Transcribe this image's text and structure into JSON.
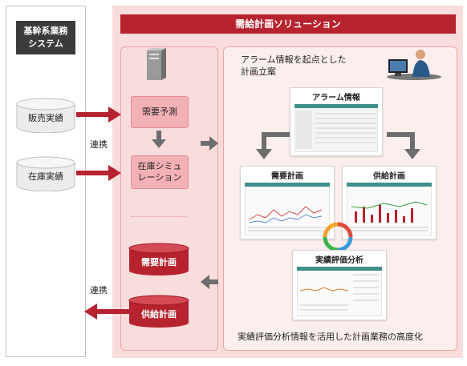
{
  "left_panel": {
    "title": "基幹系業務\nシステム",
    "source1": "販売実績",
    "source2": "在庫実績",
    "link_top": "連携",
    "link_bottom": "連携"
  },
  "solution": {
    "title": "需給計画ソリューション",
    "process1": "需要予測",
    "process2": "在庫シミュ\nレーション",
    "db1": "需要計画",
    "db2": "供給計画",
    "heading": "アラーム情報を起点とした\n計画立案",
    "card_alarm": "アラーム情報",
    "card_demand": "需要計画",
    "card_supply": "供給計画",
    "card_eval": "実績評価分析",
    "footer": "実績評価分析情報を活用した計画業務の高度化"
  },
  "colors": {
    "accent": "#b7222f",
    "pink_bg": "#f9dcdc",
    "arrow_gray": "#6d6d6d"
  }
}
